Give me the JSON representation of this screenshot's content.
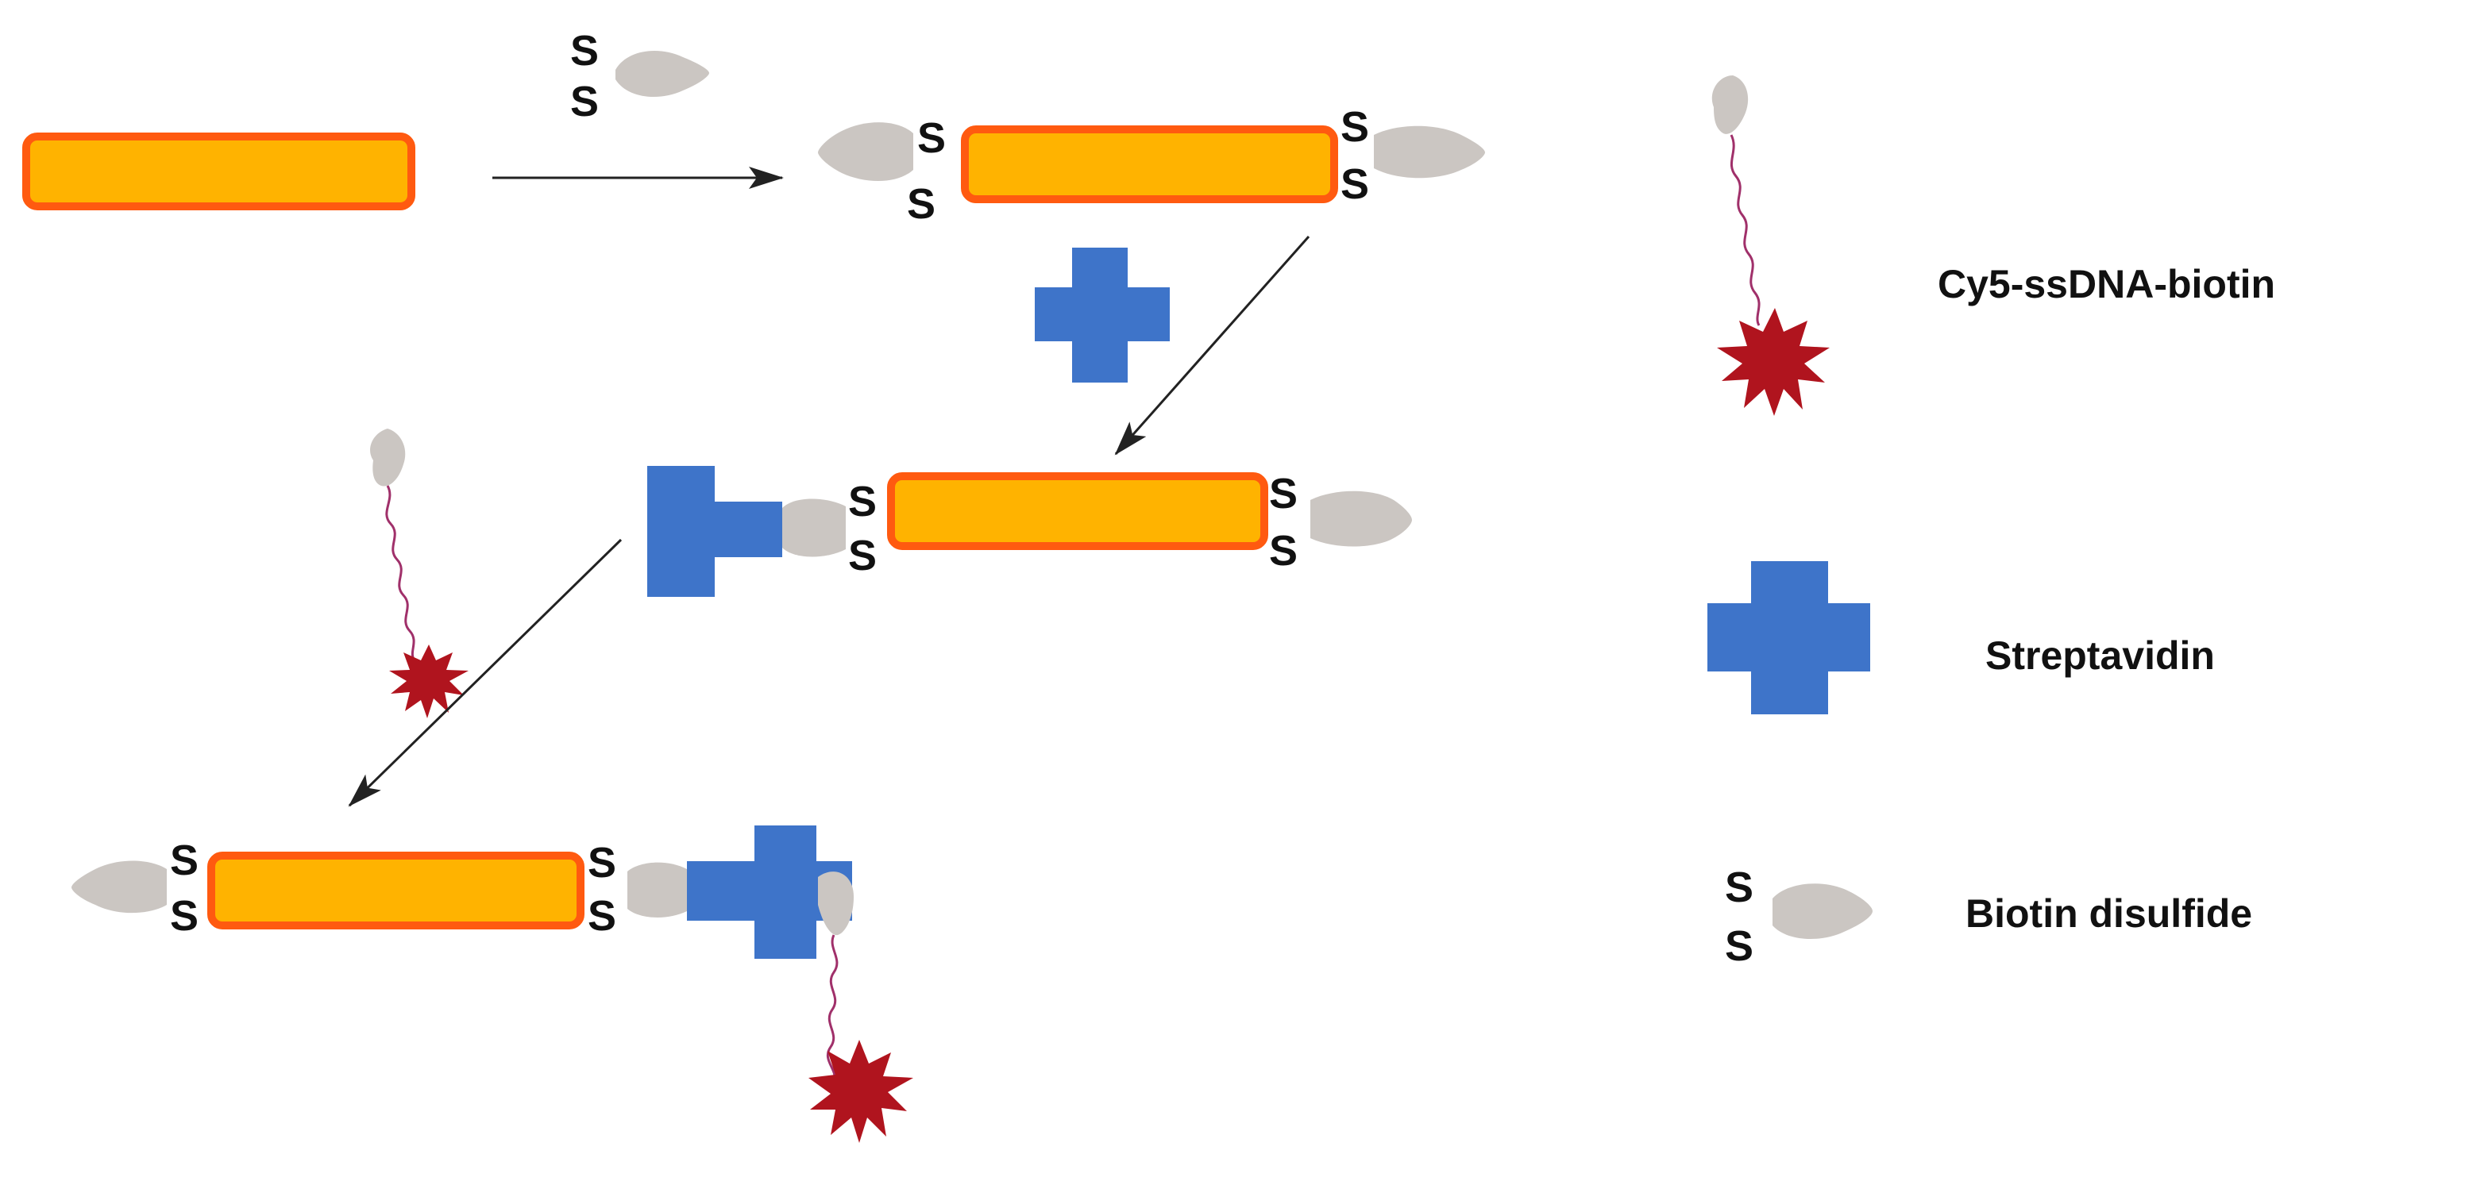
{
  "diagram": {
    "disulfide_letter": "S",
    "colors": {
      "nanorod_fill": "#FFB300",
      "nanorod_stroke": "#FF5A10",
      "biotin": "#CBC6C2",
      "streptavidin": "#3E74C9",
      "cy5": "#B0141E",
      "dna_strand": "#A0306A",
      "arrow": "#222222"
    },
    "legend": {
      "cy5_label": "Cy5-ssDNA-biotin",
      "streptavidin_label": "Streptavidin",
      "biotin_label": "Biotin disulfide"
    },
    "icons": [
      "gold-nanorod-icon",
      "biotin-disulfide-icon",
      "streptavidin-icon",
      "cy5-ssdna-biotin-icon",
      "reaction-arrow-icon"
    ]
  }
}
